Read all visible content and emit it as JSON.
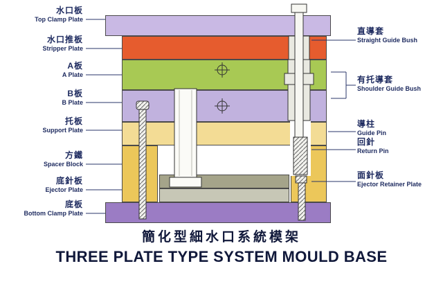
{
  "title": {
    "zh": "簡化型細水口系統模架",
    "en": "THREE PLATE TYPE SYSTEM MOULD BASE"
  },
  "labels_left": [
    {
      "zh": "水口板",
      "en": "Top Clamp Plate"
    },
    {
      "zh": "水口推板",
      "en": "Stripper Plate"
    },
    {
      "zh": "A板",
      "en": "A Plate"
    },
    {
      "zh": "B板",
      "en": "B Plate"
    },
    {
      "zh": "托板",
      "en": "Support Plate"
    },
    {
      "zh": "方鐵",
      "en": "Spacer Block"
    },
    {
      "zh": "底針板",
      "en": "Ejector Plate"
    },
    {
      "zh": "底板",
      "en": "Bottom Clamp Plate"
    }
  ],
  "labels_right": [
    {
      "zh": "直導套",
      "en": "Straight Guide Bush"
    },
    {
      "zh": "有托導套",
      "en": "Shoulder Guide Bush"
    },
    {
      "zh": "導柱",
      "en": "Guide Pin"
    },
    {
      "zh": "回針",
      "en": "Return Pin"
    },
    {
      "zh": "面針板",
      "en": "Ejector Retainer Plate"
    }
  ],
  "colors": {
    "top_clamp_plate": "#c9b9e4",
    "stripper_plate": "#e65c2e",
    "a_plate": "#a8c954",
    "b_plate": "#c1b2de",
    "support_plate": "#f3dc95",
    "spacer_block": "#ecc75a",
    "ejector_retainer_plate": "#a5a48a",
    "ejector_plate": "#c7c7b6",
    "bottom_clamp_plate": "#9b7cc4",
    "label_text": "#1d2a5f",
    "title_text": "#10183a"
  }
}
